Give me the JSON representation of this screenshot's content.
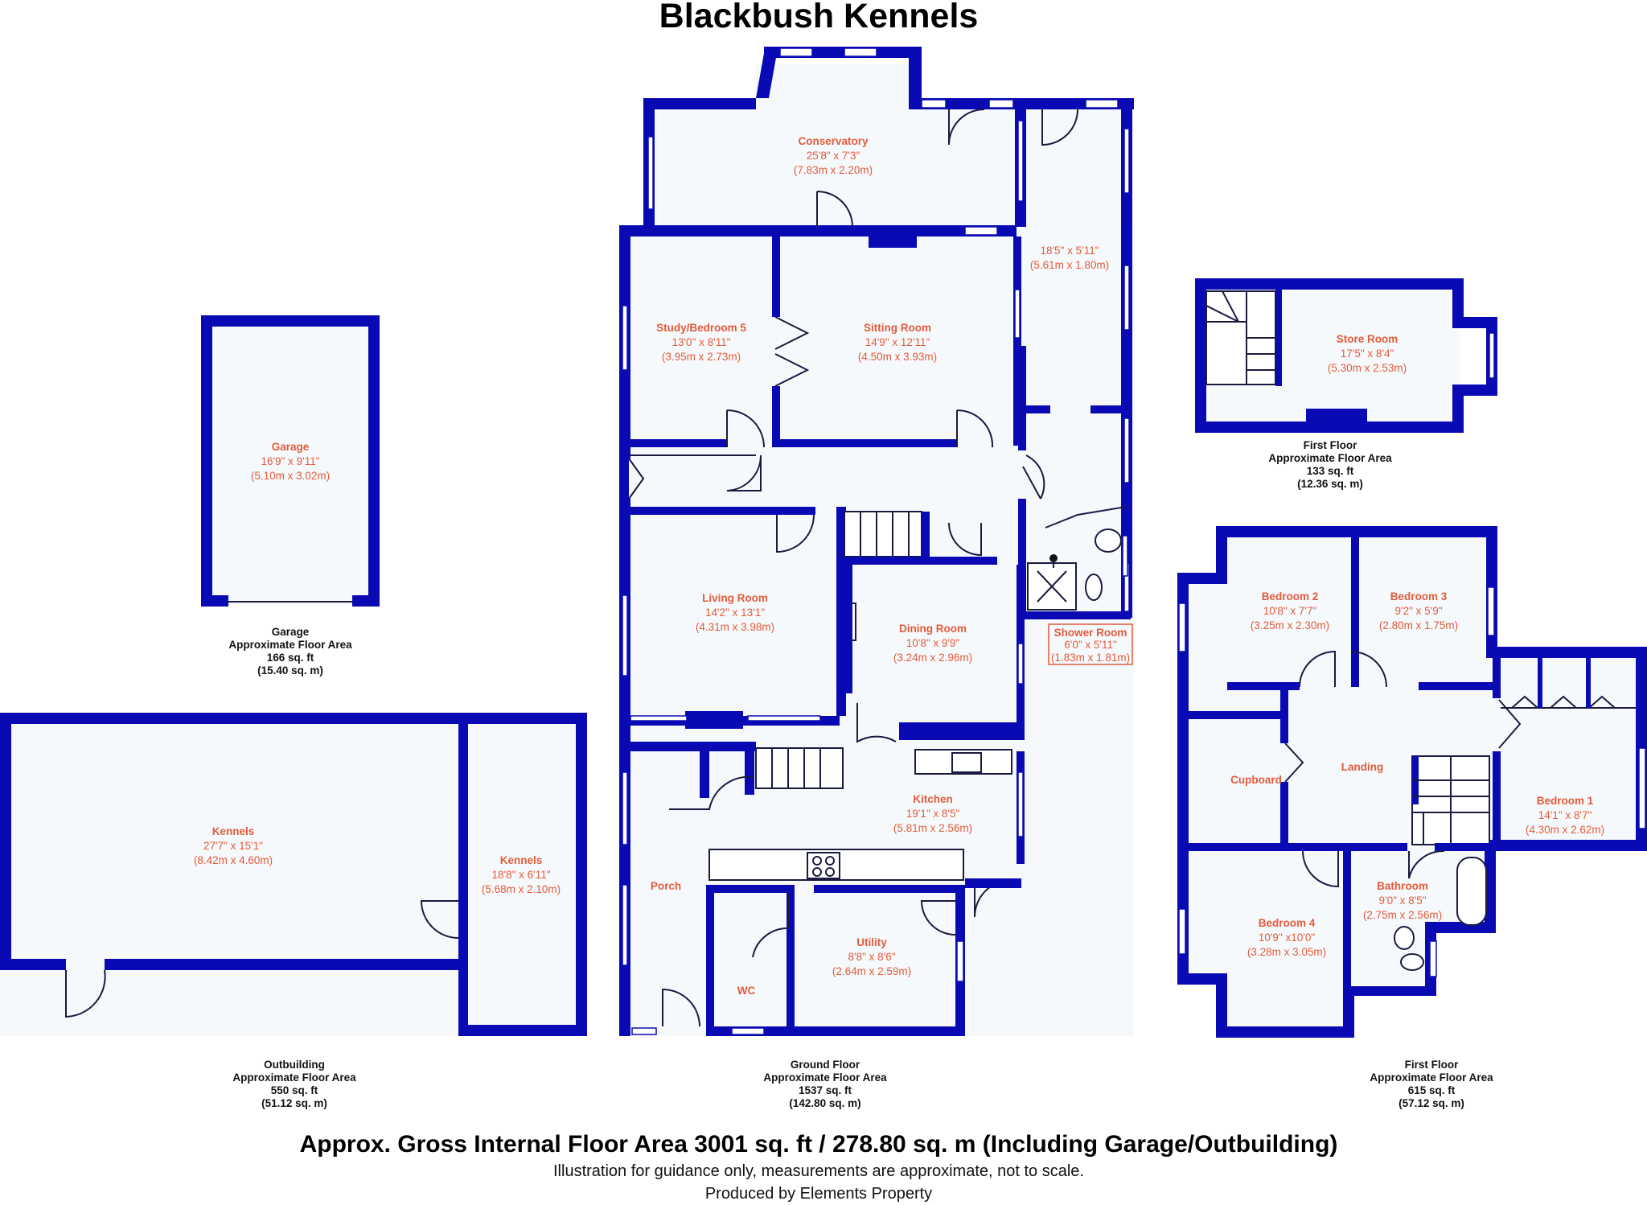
{
  "title": "Blackbush Kennels",
  "rooms": {
    "conservatory": {
      "name": "Conservatory",
      "dim1": "25'8\" x 7'3\"",
      "dim2": "(7.83m x 2.20m)"
    },
    "side_room": {
      "name": "",
      "dim1": "18'5\" x 5'11\"",
      "dim2": "(5.61m x 1.80m)"
    },
    "study": {
      "name": "Study/Bedroom 5",
      "dim1": "13'0\" x 8'11\"",
      "dim2": "(3.95m x 2.73m)"
    },
    "sitting": {
      "name": "Sitting Room",
      "dim1": "14'9\" x 12'11\"",
      "dim2": "(4.50m x 3.93m)"
    },
    "living": {
      "name": "Living Room",
      "dim1": "14'2\" x 13'1\"",
      "dim2": "(4.31m x 3.98m)"
    },
    "dining": {
      "name": "Dining Room",
      "dim1": "10'8\" x 9'9\"",
      "dim2": "(3.24m x 2.96m)"
    },
    "shower": {
      "name": "Shower Room",
      "dim1": "6'0\" x 5'11\"",
      "dim2": "(1.83m x 1.81m)"
    },
    "kitchen": {
      "name": "Kitchen",
      "dim1": "19'1\" x 8'5\"",
      "dim2": "(5.81m x 2.56m)"
    },
    "porch": {
      "name": "Porch"
    },
    "utility": {
      "name": "Utility",
      "dim1": "8'8\" x 8'6\"",
      "dim2": "(2.64m x 2.59m)"
    },
    "wc": {
      "name": "WC"
    },
    "garage": {
      "name": "Garage",
      "dim1": "16'9\" x 9'11\"",
      "dim2": "(5.10m x 3.02m)"
    },
    "kennels_big": {
      "name": "Kennels",
      "dim1": "27'7\" x 15'1\"",
      "dim2": "(8.42m x 4.60m)"
    },
    "kennels_small": {
      "name": "Kennels",
      "dim1": "18'8\" x 6'11\"",
      "dim2": "(5.68m x 2.10m)"
    },
    "store": {
      "name": "Store Room",
      "dim1": "17'5\" x 8'4\"",
      "dim2": "(5.30m x 2.53m)"
    },
    "bed2": {
      "name": "Bedroom 2",
      "dim1": "10'8\" x 7'7\"",
      "dim2": "(3.25m x 2.30m)"
    },
    "bed3": {
      "name": "Bedroom 3",
      "dim1": "9'2\" x 5'9\"",
      "dim2": "(2.80m x 1.75m)"
    },
    "bed1": {
      "name": "Bedroom 1",
      "dim1": "14'1\" x 8'7\"",
      "dim2": "(4.30m x 2.62m)"
    },
    "bed4": {
      "name": "Bedroom 4",
      "dim1": "10'9\" x10'0\"",
      "dim2": "(3.28m x 3.05m)"
    },
    "bathroom": {
      "name": "Bathroom",
      "dim1": "9'0\" x 8'5\"",
      "dim2": "(2.75m x 2.56m)"
    },
    "cupboard": {
      "name": "Cupboard"
    },
    "landing": {
      "name": "Landing"
    }
  },
  "areas": {
    "garage": {
      "l1": "Garage",
      "l2": "Approximate Floor Area",
      "l3": "166 sq. ft",
      "l4": "(15.40 sq. m)"
    },
    "first_store": {
      "l1": "First Floor",
      "l2": "Approximate Floor Area",
      "l3": "133 sq. ft",
      "l4": "(12.36 sq. m)"
    },
    "outbuilding": {
      "l1": "Outbuilding",
      "l2": "Approximate Floor Area",
      "l3": "550 sq. ft",
      "l4": "(51.12 sq. m)"
    },
    "ground": {
      "l1": "Ground Floor",
      "l2": "Approximate Floor Area",
      "l3": "1537 sq. ft",
      "l4": "(142.80 sq. m)"
    },
    "first": {
      "l1": "First Floor",
      "l2": "Approximate Floor Area",
      "l3": "615 sq. ft",
      "l4": "(57.12 sq. m)"
    }
  },
  "footer": {
    "gross": "Approx. Gross Internal Floor Area 3001 sq. ft / 278.80 sq. m (Including Garage/Outbuilding)",
    "disclaimer": "Illustration for guidance only, measurements are approximate, not to scale.",
    "producer": "Produced by Elements Property"
  },
  "colors": {
    "wall": "#0a0ab4",
    "label": "#e25b3b"
  }
}
